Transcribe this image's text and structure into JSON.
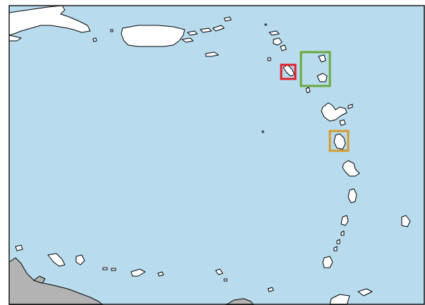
{
  "map": {
    "colors": {
      "sea": "#b8dcee",
      "highlighted_land": "#ffffff",
      "other_land": "#b3b3b3",
      "coastline": "#000000",
      "frame": "#1a1a1a"
    },
    "highlight_boxes": [
      {
        "name": "red-highlight-box",
        "color": "#e0202a"
      },
      {
        "name": "green-highlight-box",
        "color": "#6aa83a"
      },
      {
        "name": "orange-highlight-box",
        "color": "#d69a2c"
      }
    ]
  }
}
